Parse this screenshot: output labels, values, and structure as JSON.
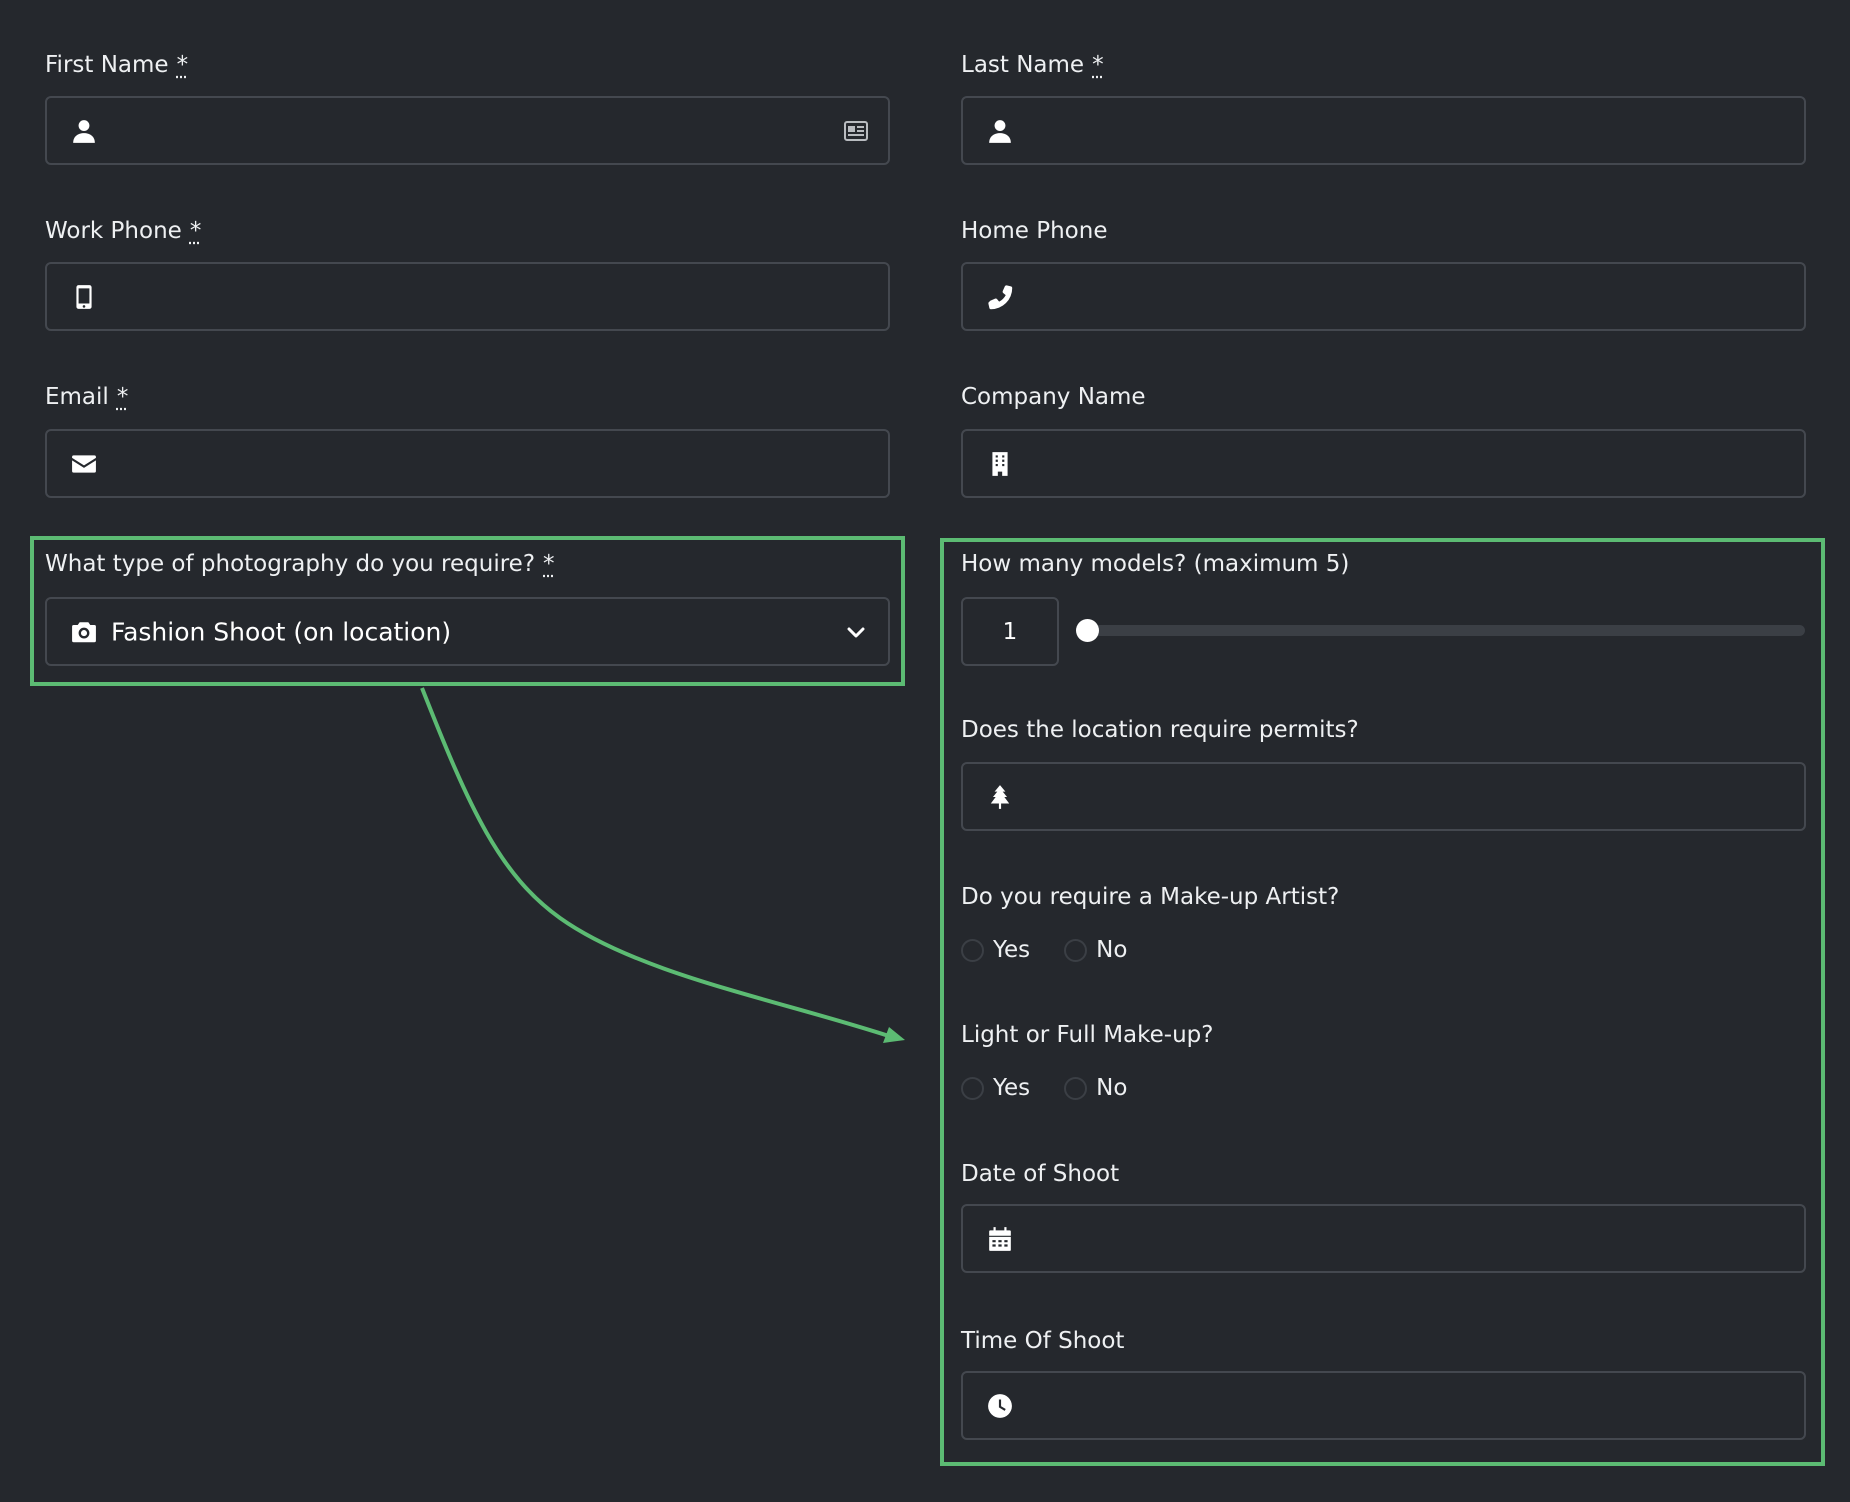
{
  "form": {
    "first_name": {
      "label": "First Name",
      "required": "*",
      "value": ""
    },
    "last_name": {
      "label": "Last Name",
      "required": "*",
      "value": ""
    },
    "work_phone": {
      "label": "Work Phone",
      "required": "*",
      "value": ""
    },
    "home_phone": {
      "label": "Home Phone",
      "value": ""
    },
    "email": {
      "label": "Email",
      "required": "*",
      "value": ""
    },
    "company_name": {
      "label": "Company Name",
      "value": ""
    },
    "photography_type": {
      "label": "What type of photography do you require?",
      "required": "*",
      "value": "Fashion Shoot (on location)"
    },
    "models": {
      "label": "How many models? (maximum 5)",
      "value": "1",
      "slider_fraction": 0.0
    },
    "permits": {
      "label": "Does the location require permits?",
      "value": ""
    },
    "makeup_artist": {
      "label": "Do you require a Make-up Artist?",
      "options": [
        "Yes",
        "No"
      ]
    },
    "makeup_type": {
      "label": "Light or Full Make-up?",
      "options": [
        "Yes",
        "No"
      ]
    },
    "date_of_shoot": {
      "label": "Date of Shoot",
      "value": ""
    },
    "time_of_shoot": {
      "label": "Time Of Shoot",
      "value": ""
    }
  },
  "colors": {
    "background": "#25282d",
    "border": "#44484f",
    "highlight": "#5cbb73",
    "text": "#eef0f2"
  },
  "icons": {
    "first_name": "user-icon",
    "first_name_right": "id-card-icon",
    "last_name": "user-icon",
    "work_phone": "mobile-icon",
    "home_phone": "phone-icon",
    "email": "envelope-icon",
    "company_name": "building-icon",
    "photography_type": "camera-icon",
    "photography_type_right": "chevron-down-icon",
    "permits": "tree-icon",
    "date_of_shoot": "calendar-icon",
    "time_of_shoot": "clock-icon"
  }
}
